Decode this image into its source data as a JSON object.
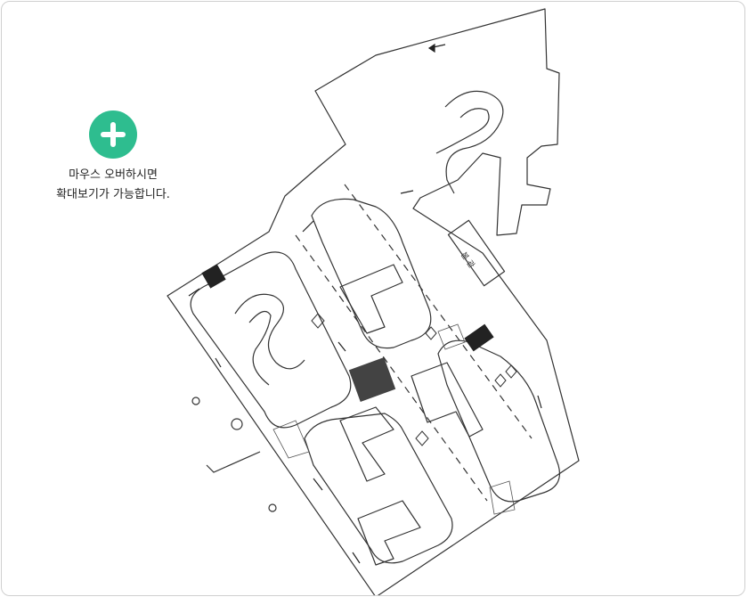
{
  "zoom_hint": {
    "icon": "plus-icon",
    "line1": "마우스 오버하시면",
    "line2": "확대보기가 가능합니다.",
    "accent_color": "#2ebd8f"
  },
  "diagram": {
    "building_label": "본 관",
    "line_color": "#333333"
  }
}
